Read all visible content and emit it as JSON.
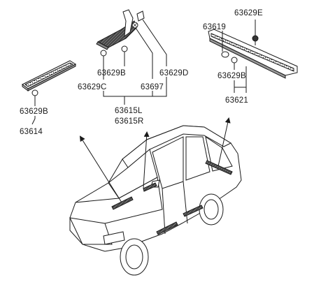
{
  "labels": {
    "l_63629e": "63629E",
    "l_63619": "63619",
    "l_63629b_right": "63629B",
    "l_63621": "63621",
    "l_63629b_center": "63629B",
    "l_63629d": "63629D",
    "l_63629c": "63629C",
    "l_63697": "63697",
    "l_63615l": "63615L",
    "l_63615r": "63615R",
    "l_63629b_left": "63629B",
    "l_63614": "63614"
  }
}
